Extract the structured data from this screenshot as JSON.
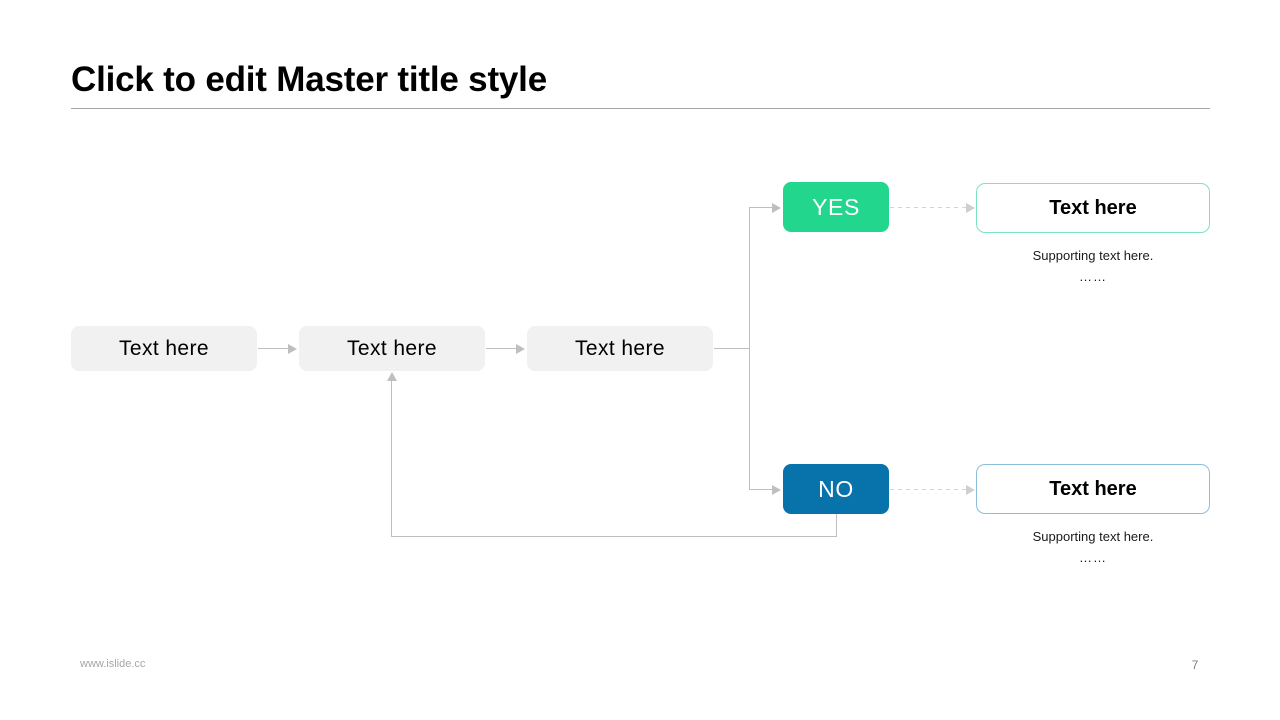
{
  "slide": {
    "title": "Click to edit Master title style",
    "footer": {
      "url": "www.islide.cc",
      "page_number": "7"
    }
  },
  "flow": {
    "steps": [
      {
        "label": "Text here"
      },
      {
        "label": "Text here"
      },
      {
        "label": "Text here"
      }
    ],
    "decisions": [
      {
        "label": "YES",
        "color": "#22d68e"
      },
      {
        "label": "NO",
        "color": "#0873ab"
      }
    ],
    "outcomes": [
      {
        "title": "Text here",
        "supporting_text": "Supporting text here.",
        "dots": "……",
        "border_color": "#7fe3bd"
      },
      {
        "title": "Text here",
        "supporting_text": "Supporting text here.",
        "dots": "……",
        "border_color": "#8cbfdd"
      }
    ]
  },
  "colors": {
    "box_fill": "#f1f1f1",
    "connector": "#bfbfbf",
    "rule": "#a6a6a6",
    "green": "#22d68e",
    "blue": "#0873ab"
  }
}
